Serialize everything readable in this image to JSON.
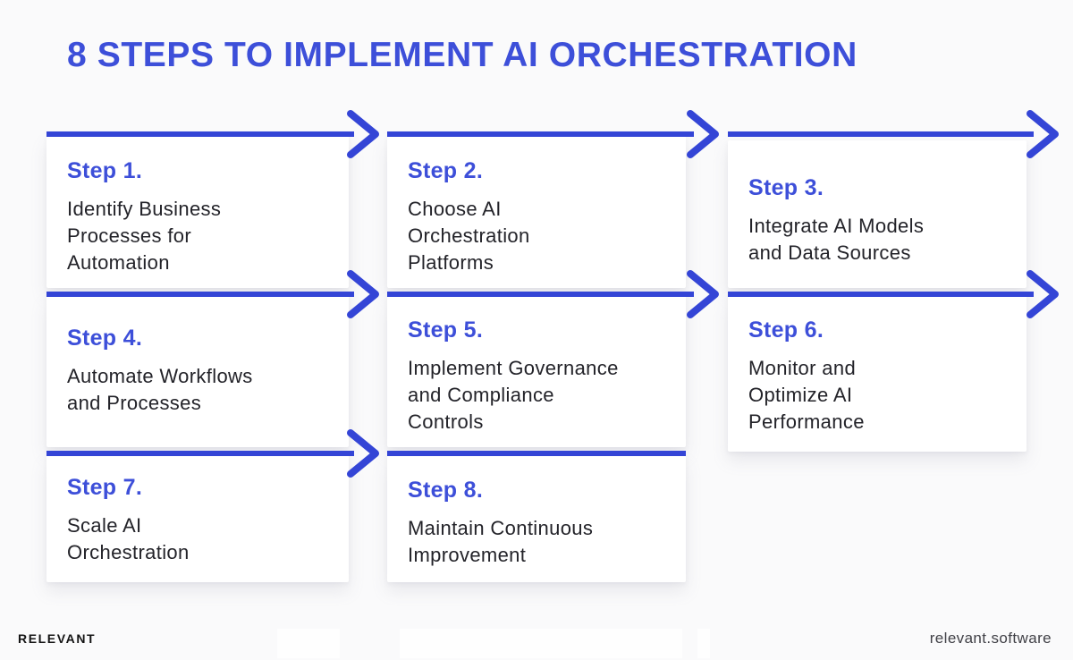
{
  "title": "8 STEPS TO IMPLEMENT AI ORCHESTRATION",
  "steps": [
    {
      "label": "Step 1.",
      "desc": "Identify Business\nProcesses for\nAutomation"
    },
    {
      "label": "Step 2.",
      "desc": "Choose AI\nOrchestration\nPlatforms"
    },
    {
      "label": "Step 3.",
      "desc": "Integrate AI Models\nand Data Sources"
    },
    {
      "label": "Step 4.",
      "desc": "Automate Workflows\nand Processes"
    },
    {
      "label": "Step 5.",
      "desc": "Implement Governance\nand Compliance\nControls"
    },
    {
      "label": "Step 6.",
      "desc": "Monitor and\nOptimize AI\nPerformance"
    },
    {
      "label": "Step 7.",
      "desc": "Scale AI\nOrchestration"
    },
    {
      "label": "Step 8.",
      "desc": "Maintain Continuous\nImprovement"
    }
  ],
  "footer": {
    "brand": "RELEVANT",
    "website": "relevant.software"
  },
  "colors": {
    "accent_blue": "#3D4FD9",
    "arrow_blue": "#3445D6",
    "text_dark": "#232329",
    "card_bg": "#FFFFFF",
    "page_bg": "#FAFAFB"
  }
}
